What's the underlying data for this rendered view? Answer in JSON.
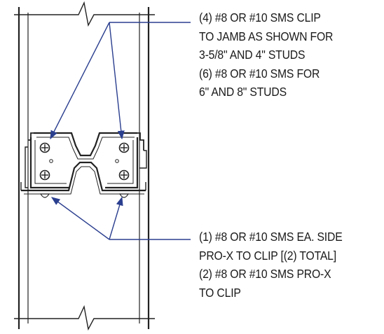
{
  "colors": {
    "line": "#222222",
    "leader": "#2b3f8f",
    "text": "#1a1a1a"
  },
  "notes": {
    "top": {
      "lines": [
        "(4) #8 OR #10 SMS CLIP",
        "TO JAMB AS SHOWN FOR",
        "3-5/8\" AND 4\" STUDS",
        "(6) #8 OR #10 SMS FOR",
        "6\" AND 8\" STUDS"
      ]
    },
    "bottom": {
      "lines": [
        "(1) #8 OR #10 SMS EA. SIDE",
        "PRO-X TO CLIP [(2) TOTAL]",
        "(2) #8 OR #10 SMS PRO-X",
        "TO CLIP"
      ]
    }
  },
  "icons": {
    "screw": "screw-head-icon",
    "pilot_hole": "pilot-hole-icon"
  }
}
